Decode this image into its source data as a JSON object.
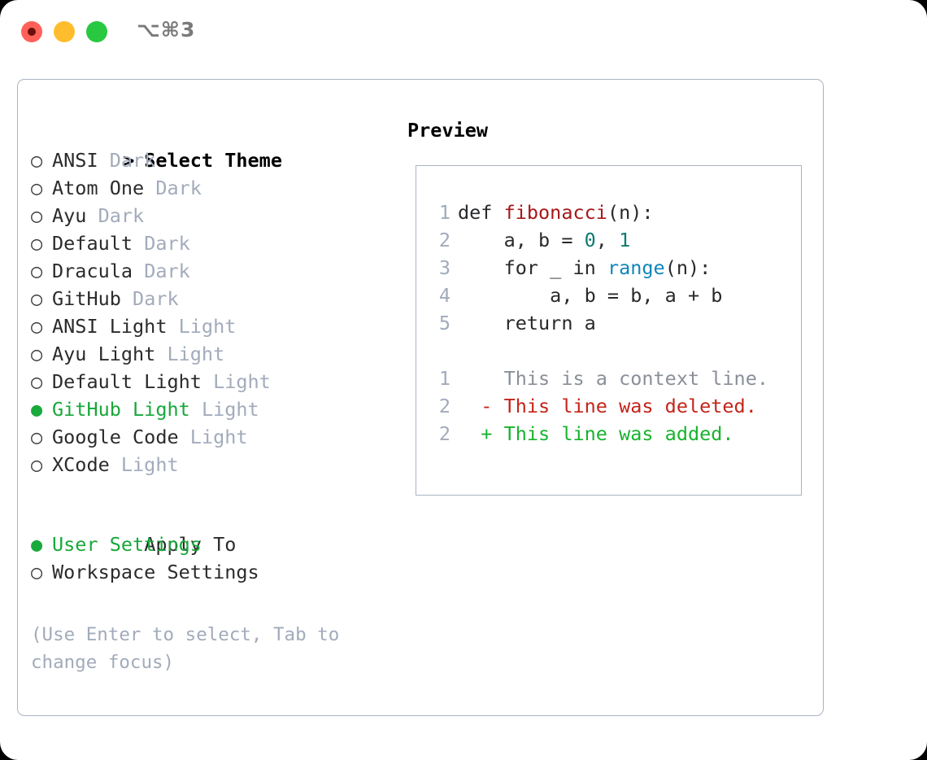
{
  "window": {
    "shortcut": "⌥⌘3",
    "traffic_lights": [
      {
        "name": "close",
        "color": "#ff6159"
      },
      {
        "name": "minimize",
        "color": "#ffbd2e"
      },
      {
        "name": "maximize",
        "color": "#28c840"
      }
    ]
  },
  "theme_picker": {
    "heading_prefix": ">",
    "heading": "Select Theme",
    "bullet_selected": "●",
    "bullet_unselected": "○",
    "items": [
      {
        "name": "ANSI",
        "tag": "Dark",
        "selected": false
      },
      {
        "name": "Atom One",
        "tag": "Dark",
        "selected": false
      },
      {
        "name": "Ayu",
        "tag": "Dark",
        "selected": false
      },
      {
        "name": "Default",
        "tag": "Dark",
        "selected": false
      },
      {
        "name": "Dracula",
        "tag": "Dark",
        "selected": false
      },
      {
        "name": "GitHub",
        "tag": "Dark",
        "selected": false
      },
      {
        "name": "ANSI Light",
        "tag": "Light",
        "selected": false
      },
      {
        "name": "Ayu Light",
        "tag": "Light",
        "selected": false
      },
      {
        "name": "Default Light",
        "tag": "Light",
        "selected": false
      },
      {
        "name": "GitHub Light",
        "tag": "Light",
        "selected": true
      },
      {
        "name": "Google Code",
        "tag": "Light",
        "selected": false
      },
      {
        "name": "XCode",
        "tag": "Light",
        "selected": false
      }
    ]
  },
  "apply_to": {
    "heading": "Apply To",
    "options": [
      {
        "label": "User Settings",
        "selected": true
      },
      {
        "label": "Workspace Settings",
        "selected": false
      }
    ]
  },
  "hint": "(Use Enter to select, Tab to change focus)",
  "preview": {
    "label": "Preview",
    "code_lines": [
      {
        "number": "1",
        "tokens": [
          {
            "text": "def ",
            "style": "plain"
          },
          {
            "text": "fibonacci",
            "style": "fn"
          },
          {
            "text": "(n):",
            "style": "plain"
          }
        ]
      },
      {
        "number": "2",
        "tokens": [
          {
            "text": "    a, b = ",
            "style": "plain"
          },
          {
            "text": "0",
            "style": "num"
          },
          {
            "text": ", ",
            "style": "plain"
          },
          {
            "text": "1",
            "style": "num"
          }
        ]
      },
      {
        "number": "3",
        "tokens": [
          {
            "text": "    for _ in ",
            "style": "plain"
          },
          {
            "text": "range",
            "style": "call"
          },
          {
            "text": "(n):",
            "style": "plain"
          }
        ]
      },
      {
        "number": "4",
        "tokens": [
          {
            "text": "        a, b = b, a + b",
            "style": "plain"
          }
        ]
      },
      {
        "number": "5",
        "tokens": [
          {
            "text": "    return a",
            "style": "plain"
          }
        ]
      }
    ],
    "diff_lines": [
      {
        "number": "1",
        "marker": " ",
        "text": "This is a context line.",
        "kind": "context"
      },
      {
        "number": "2",
        "marker": "-",
        "text": "This line was deleted.",
        "kind": "deleted"
      },
      {
        "number": "2",
        "marker": "+",
        "text": "This line was added.",
        "kind": "added"
      }
    ]
  },
  "colors": {
    "accent_green": "#18a83a",
    "muted": "#a2abbb",
    "border": "#a9b3c2",
    "diff_add": "#18b32e",
    "diff_del": "#c4241a",
    "code_fn": "#a61717",
    "code_num": "#0b7a72",
    "code_call": "#1086b8"
  }
}
